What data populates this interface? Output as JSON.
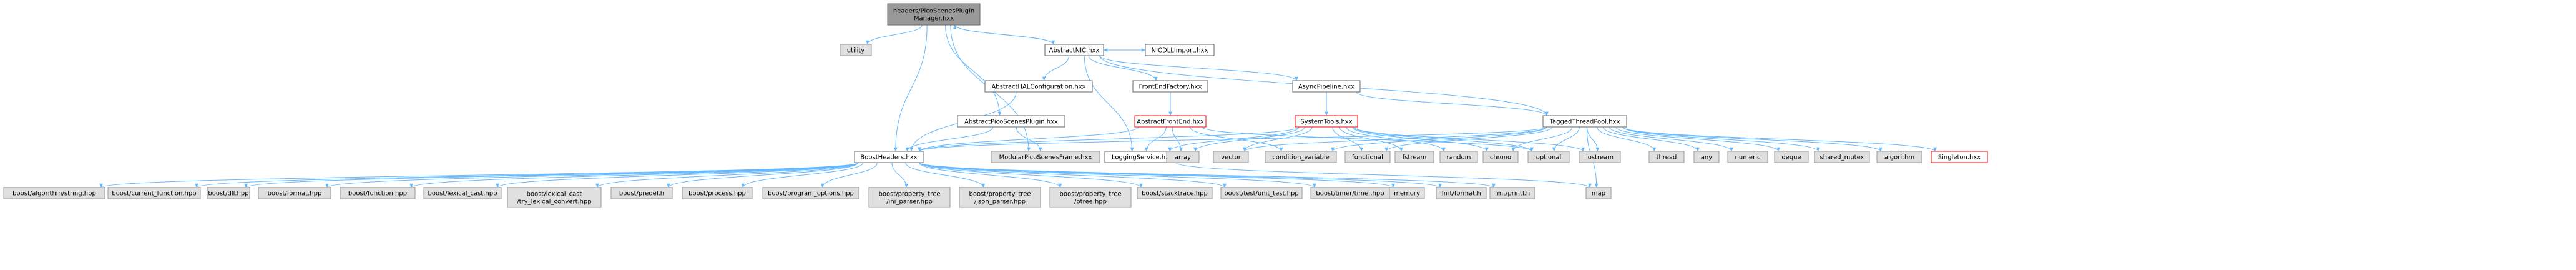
{
  "nodes": {
    "root": [
      "headers/PicoScenesPlugin",
      "Manager.hxx"
    ],
    "utility": [
      "utility"
    ],
    "abstractNIC": [
      "AbstractNIC.hxx"
    ],
    "nicdll": [
      "NICDLLImport.hxx"
    ],
    "abstractHAL": [
      "AbstractHALConfiguration.hxx"
    ],
    "frontEndFactory": [
      "FrontEndFactory.hxx"
    ],
    "asyncPipeline": [
      "AsyncPipeline.hxx"
    ],
    "abstractPlugin": [
      "AbstractPicoScenesPlugin.hxx"
    ],
    "abstractFrontEnd": [
      "AbstractFrontEnd.hxx"
    ],
    "systemTools": [
      "SystemTools.hxx"
    ],
    "taggedThreadPool": [
      "TaggedThreadPool.hxx"
    ],
    "boostHeaders": [
      "BoostHeaders.hxx"
    ],
    "modularFrame": [
      "ModularPicoScenesFrame.hxx"
    ],
    "loggingService": [
      "LoggingService.hxx"
    ],
    "array": [
      "array"
    ],
    "vector": [
      "vector"
    ],
    "conditionVariable": [
      "condition_variable"
    ],
    "functional": [
      "functional"
    ],
    "fstream": [
      "fstream"
    ],
    "random": [
      "random"
    ],
    "chrono": [
      "chrono"
    ],
    "optional": [
      "optional"
    ],
    "iostream": [
      "iostream"
    ],
    "thread": [
      "thread"
    ],
    "any": [
      "any"
    ],
    "numeric": [
      "numeric"
    ],
    "deque": [
      "deque"
    ],
    "sharedMutex": [
      "shared_mutex"
    ],
    "algorithm": [
      "algorithm"
    ],
    "singleton": [
      "Singleton.hxx"
    ],
    "bAlgString": [
      "boost/algorithm/string.hpp"
    ],
    "bCurrentFunction": [
      "boost/current_function.hpp"
    ],
    "bDll": [
      "boost/dll.hpp"
    ],
    "bFormat": [
      "boost/format.hpp"
    ],
    "bFunction": [
      "boost/function.hpp"
    ],
    "bLexicalCast": [
      "boost/lexical_cast.hpp"
    ],
    "bLexicalTry": [
      "boost/lexical_cast",
      "/try_lexical_convert.hpp"
    ],
    "bPredef": [
      "boost/predef.h"
    ],
    "bProcess": [
      "boost/process.hpp"
    ],
    "bProgramOptions": [
      "boost/program_options.hpp"
    ],
    "bPtIni": [
      "boost/property_tree",
      "/ini_parser.hpp"
    ],
    "bPtJson": [
      "boost/property_tree",
      "/json_parser.hpp"
    ],
    "bPtPtree": [
      "boost/property_tree",
      "/ptree.hpp"
    ],
    "bStacktrace": [
      "boost/stacktrace.hpp"
    ],
    "bUnitTest": [
      "boost/test/unit_test.hpp"
    ],
    "bTimer": [
      "boost/timer/timer.hpp"
    ],
    "memory": [
      "memory"
    ],
    "fmtFormat": [
      "fmt/format.h"
    ],
    "fmtPrintf": [
      "fmt/printf.h"
    ],
    "map": [
      "map"
    ]
  }
}
